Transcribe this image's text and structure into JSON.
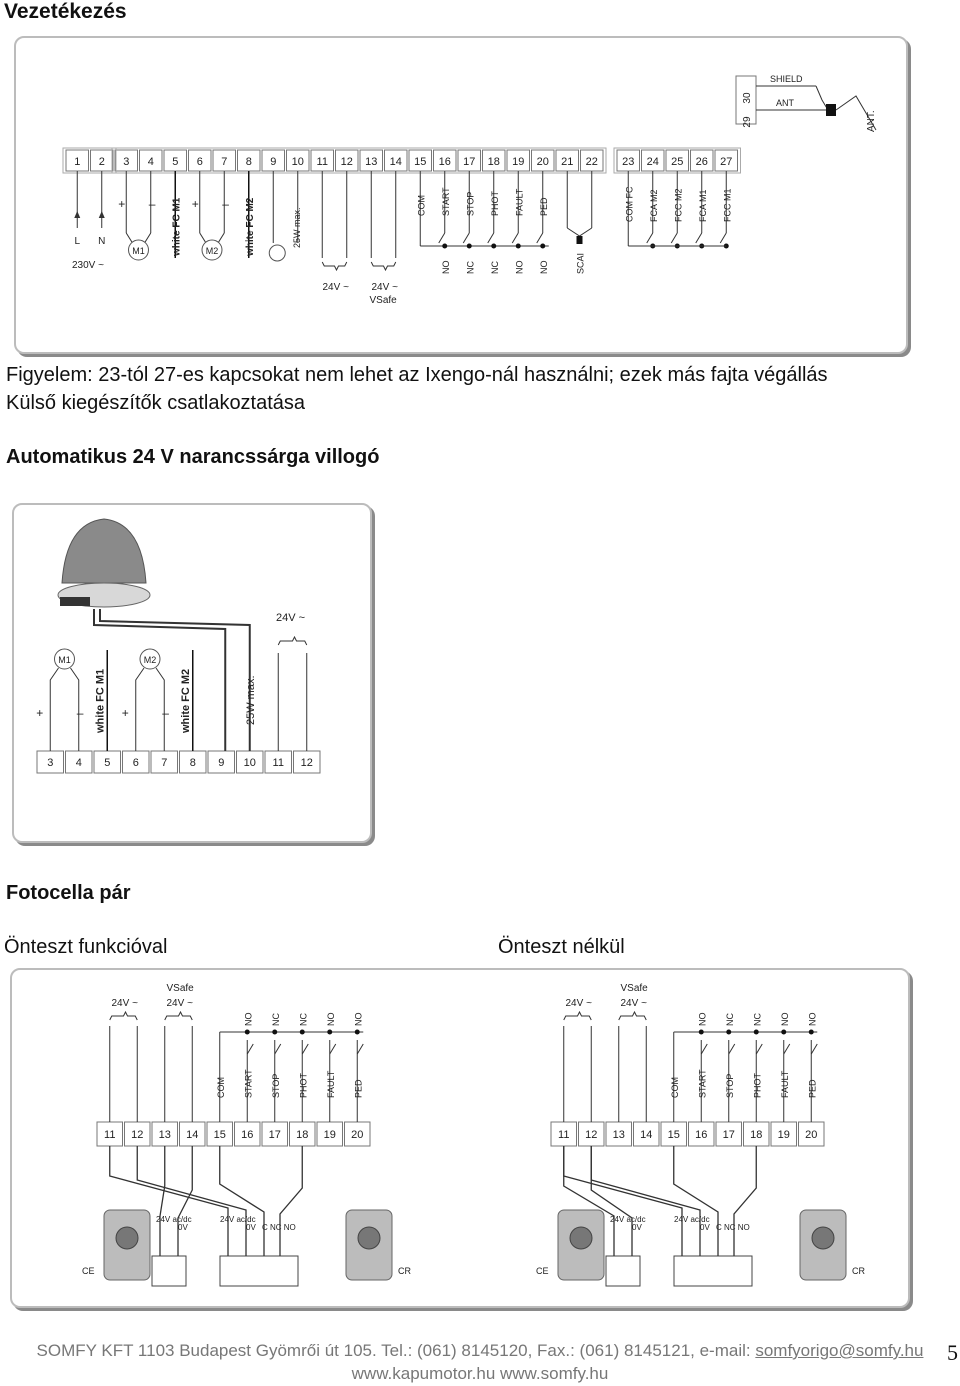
{
  "header": {
    "title": "Vezetékezés"
  },
  "diagram1": {
    "terminals": [
      "1",
      "2",
      "3",
      "4",
      "5",
      "6",
      "7",
      "8",
      "9",
      "10",
      "11",
      "12",
      "13",
      "14",
      "15",
      "16",
      "17",
      "18",
      "19",
      "20",
      "21",
      "22",
      "23",
      "24",
      "25",
      "26",
      "27"
    ],
    "antenna_terminals": [
      "29",
      "30"
    ],
    "labels": {
      "shield": "SHIELD",
      "ant": "ANT",
      "antenna": "ANT.",
      "l": "L",
      "n": "N",
      "mains": "230V ~",
      "m1": "M1",
      "m2": "M2",
      "plus": "+",
      "minus": "–",
      "white_fc_m1": "white FC M1",
      "white_fc_m2": "white FC M2",
      "lamp": "25W max.",
      "p24v": "24V ~",
      "p24v_safe": "24V ~",
      "vsafe": "VSafe",
      "com": "COM",
      "start": "START",
      "stop": "STOP",
      "phot": "PHOT",
      "fault": "FAULT",
      "ped": "PED",
      "no": "NO",
      "nc": "NC",
      "scai": "SCAI",
      "com_fc": "COM FC",
      "fca_m2": "FCA M2",
      "fcc_m2": "FCC M2",
      "fca_m1": "FCA M1",
      "fcc_m1": "FCC M1"
    }
  },
  "notes": {
    "warning": "Figyelem: 23-tól 27-es kapcsokat nem lehet az Ixengo-nál használni; ezek más fajta végállás",
    "accessories": "Külső kiegészítők csatlakoztatása"
  },
  "flasher": {
    "title": "Automatikus 24 V narancssárga villogó",
    "terminals": [
      "3",
      "4",
      "5",
      "6",
      "7",
      "8",
      "9",
      "10",
      "11",
      "12"
    ],
    "p24v": "24V ~",
    "lamp": "25W max."
  },
  "photocell": {
    "title": "Fotocella pár",
    "with_test": "Önteszt funkcióval",
    "without_test": "Önteszt nélkül",
    "terminals": [
      "11",
      "12",
      "13",
      "14",
      "15",
      "16",
      "17",
      "18",
      "19",
      "20"
    ],
    "left_labels": {
      "p24v": "24V ~",
      "vsafe": "VSafe",
      "p24v_safe": "24V ~"
    },
    "right_labels": {
      "p24v": "24V ~",
      "vsafe": "VSafe",
      "p24v_safe": "24V ~"
    },
    "tx_label": "CE",
    "rx_label": "CR",
    "supply": "24V ac/dc",
    "zero": "0V",
    "contacts": "C NC NO"
  },
  "footer": {
    "line1_prefix": "SOMFY KFT 1103 Budapest Gyömrői út 105. Tel.: (061) 8145120, Fax.: (061) 8145121, e-mail: ",
    "email": "somfyorigo@somfy.hu",
    "line2": "www.kapumotor.hu www.somfy.hu",
    "page": "5"
  }
}
